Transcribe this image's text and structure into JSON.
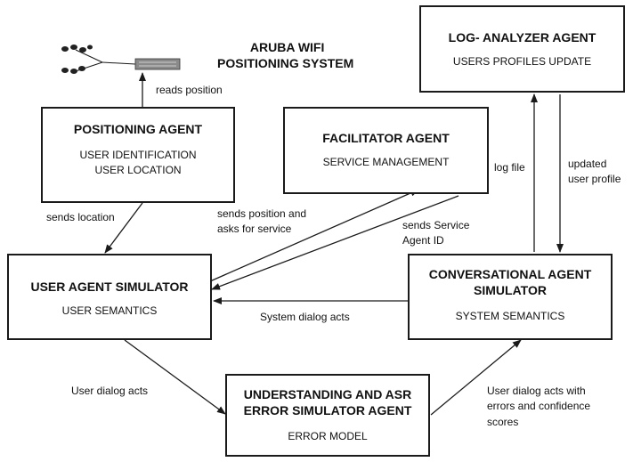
{
  "boxes": {
    "log_analyzer": {
      "title": "LOG- ANALYZER  AGENT",
      "subtitle": "USERS PROFILES UPDATE"
    },
    "positioning": {
      "title": "POSITIONING AGENT",
      "subtitle_line1": "USER IDENTIFICATION",
      "subtitle_line2": "USER LOCATION"
    },
    "facilitator": {
      "title": "FACILITATOR  AGENT",
      "subtitle": "SERVICE MANAGEMENT"
    },
    "user_agent": {
      "title": "USER AGENT SIMULATOR",
      "subtitle": "USER SEMANTICS"
    },
    "conversational": {
      "title_line1": "CONVERSATIONAL  AGENT",
      "title_line2": "SIMULATOR",
      "subtitle": "SYSTEM SEMANTICS"
    },
    "understanding": {
      "title_line1": "UNDERSTANDING AND ASR",
      "title_line2": "ERROR SIMULATOR AGENT",
      "subtitle": "ERROR MODEL"
    }
  },
  "wifi_system": {
    "line1": "ARUBA WIFI",
    "line2": "POSITIONING SYSTEM"
  },
  "edges": {
    "reads_position": "reads position",
    "sends_location": "sends location",
    "sends_position_line1": "sends position and",
    "sends_position_line2": "asks for service",
    "sends_service_line1": "sends Service",
    "sends_service_line2": "Agent ID",
    "log_file": "log file",
    "updated_line1": "updated",
    "updated_line2": "user profile",
    "system_dialog_acts": "System dialog acts",
    "user_dialog_acts": "User dialog acts",
    "user_dialog_errors_line1": "User dialog acts with",
    "user_dialog_errors_line2": "errors and confidence",
    "user_dialog_errors_line3": "scores"
  }
}
